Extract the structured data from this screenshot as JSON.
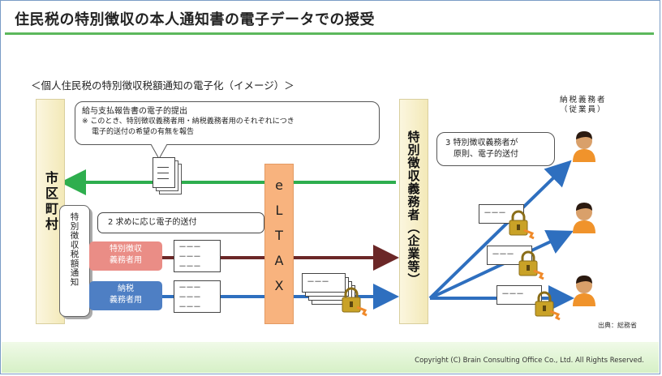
{
  "title": "住民税の特別徴収の本人通知書の電子データでの授受",
  "subtitle": "＜個人住民税の特別徴収税額通知の電子化（イメージ）＞",
  "municipality": "市区町村",
  "employer": "特別徴収義務者（企業等）",
  "eltax": "eLTAX",
  "notice_label": "特別徴収税額通知",
  "callout_1": {
    "line1": "給与支払報告書の電子的提出",
    "line2": "※ このとき、特別徴収義務者用・納税義務者用のそれぞれにつき",
    "line3": "電子的送付の希望の有無を報告"
  },
  "callout_2": "2  求めに応じ電子的送付",
  "callout_3": {
    "line1": "3  特別徴収義務者が",
    "line2": "原則、電子的送付"
  },
  "pink_label": {
    "line1": "特別徴収",
    "line2": "義務者用"
  },
  "blue_label": {
    "line1": "納税",
    "line2": "義務者用"
  },
  "taxpayer": {
    "line1": "納税義務者",
    "line2": "（従業員）"
  },
  "doc_dashes": "－－－",
  "source": "出典：総務省",
  "copyright": "Copyright (C) Brain Consulting Office Co., Ltd.  All Rights Reserved.",
  "colors": {
    "green_arrow": "#2eae4e",
    "dark_arrow": "#6b2727",
    "blue_arrow": "#2e6fbf",
    "accent_rule": "#5cb85c"
  },
  "icons": [
    "lock-icon",
    "person-icon",
    "document-stack-icon"
  ]
}
